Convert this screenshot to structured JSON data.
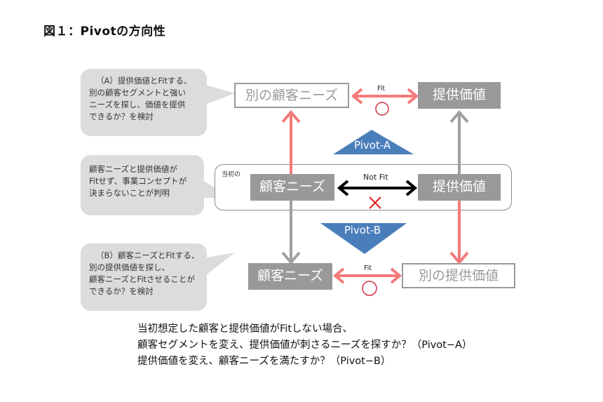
{
  "title": "図１：Pivotの方向性",
  "bubbles": {
    "pivot_a": [
      "（A）提供価値とFitする、",
      "別の顧客セグメントと強い",
      "ニーズを探し、価値を提供",
      "できるか？を検討"
    ],
    "current": [
      "顧客ニーズと提供価値が",
      "Fitせず、事業コンセプトが",
      "決まらないことが判明"
    ],
    "pivot_b": [
      "（B）顧客ニーズとFitする、",
      "別の提供価値を探し、",
      "顧客ニーズとFitさせることが",
      "できるか？を検討"
    ]
  },
  "diagram": {
    "initial_label": "当初の",
    "top": {
      "left_box": "別の顧客ニーズ",
      "right_box": "提供価値",
      "link_label": "Fit",
      "link_mark": "○"
    },
    "middle": {
      "left_box": "顧客ニーズ",
      "right_box": "提供価値",
      "link_label": "Not Fit",
      "link_mark": "×"
    },
    "bottom": {
      "left_box": "顧客ニーズ",
      "right_box": "別の提供価値",
      "link_label": "Fit",
      "link_mark": "○"
    },
    "pivot_a_label": "Pivot-A",
    "pivot_b_label": "Pivot-B",
    "colors": {
      "fit_arrow": "#f47a7a",
      "neutral_arrow": "#a0a0a0",
      "not_fit_arrow": "#000000",
      "pivot_fill": "#4a7ebb",
      "box_fill": "#999999",
      "cross": "#e02020",
      "circle": "#d03040"
    }
  },
  "summary": [
    "当初想定した顧客と提供価値がFitしない場合、",
    "顧客セグメントを変え、提供価値が刺さるニーズを探すか？（Pivot−A）",
    "提供価値を変え、顧客ニーズを満たすか？（Pivot−B）"
  ]
}
